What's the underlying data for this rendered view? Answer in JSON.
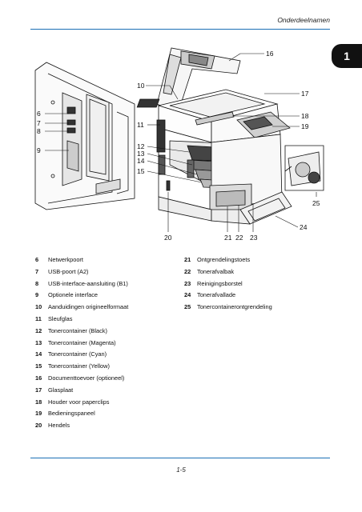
{
  "header": {
    "title": "Onderdeelnamen"
  },
  "chapter_tab": "1",
  "figure": {
    "callouts_left": [
      "6",
      "7",
      "8",
      "9"
    ],
    "callouts": [
      "10",
      "11",
      "12",
      "13",
      "14",
      "15",
      "16",
      "17",
      "18",
      "19",
      "20",
      "21",
      "22",
      "23",
      "24",
      "25"
    ]
  },
  "legend": {
    "left": [
      {
        "num": "6",
        "label": "Netwerkpoort"
      },
      {
        "num": "7",
        "label": "USB-poort (A2)"
      },
      {
        "num": "8",
        "label": "USB-interface-aansluiting (B1)"
      },
      {
        "num": "9",
        "label": "Optionele interface"
      },
      {
        "num": "10",
        "label": "Aanduidingen origineelformaat"
      },
      {
        "num": "11",
        "label": "Sleufglas"
      },
      {
        "num": "12",
        "label": "Tonercontainer (Black)"
      },
      {
        "num": "13",
        "label": "Tonercontainer (Magenta)"
      },
      {
        "num": "14",
        "label": "Tonercontainer (Cyan)"
      },
      {
        "num": "15",
        "label": "Tonercontainer (Yellow)"
      },
      {
        "num": "16",
        "label": "Documenttoevoer (optioneel)"
      },
      {
        "num": "17",
        "label": "Glasplaat"
      },
      {
        "num": "18",
        "label": "Houder voor paperclips"
      },
      {
        "num": "19",
        "label": "Bedieningspaneel"
      },
      {
        "num": "20",
        "label": "Hendels"
      }
    ],
    "right": [
      {
        "num": "21",
        "label": "Ontgrendelingstoets"
      },
      {
        "num": "22",
        "label": "Tonerafvalbak"
      },
      {
        "num": "23",
        "label": "Reinigingsborstel"
      },
      {
        "num": "24",
        "label": "Tonerafvallade"
      },
      {
        "num": "25",
        "label": "Tonercontainerontgrendeling"
      }
    ]
  },
  "footer": {
    "page_number": "1-5"
  }
}
